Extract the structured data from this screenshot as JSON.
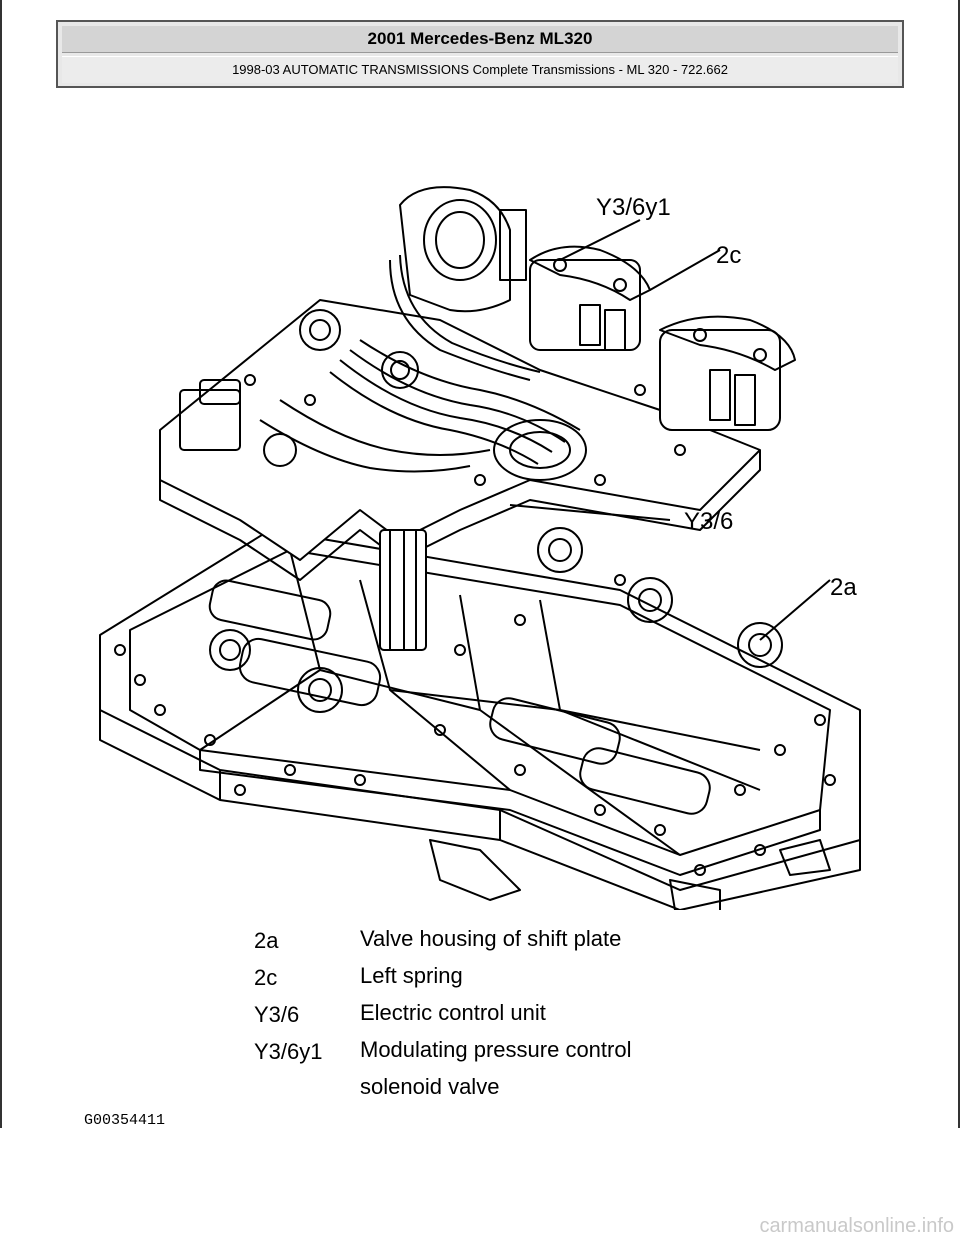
{
  "header": {
    "title": "2001 Mercedes-Benz ML320",
    "subtitle": "1998-03 AUTOMATIC TRANSMISSIONS Complete Transmissions - ML 320 - 722.662"
  },
  "figure": {
    "callouts": [
      {
        "code": "Y3/6y1"
      },
      {
        "code": "2c"
      },
      {
        "code": "Y3/6"
      },
      {
        "code": "2a"
      }
    ]
  },
  "legend": [
    {
      "code": "2a",
      "description": "Valve housing of shift plate"
    },
    {
      "code": "2c",
      "description": "Left spring"
    },
    {
      "code": "Y3/6",
      "description": "Electric control unit"
    },
    {
      "code": "Y3/6y1",
      "description": "Modulating pressure control solenoid valve"
    }
  ],
  "figure_id": "G00354411",
  "watermark": "carmanualsonline.info"
}
